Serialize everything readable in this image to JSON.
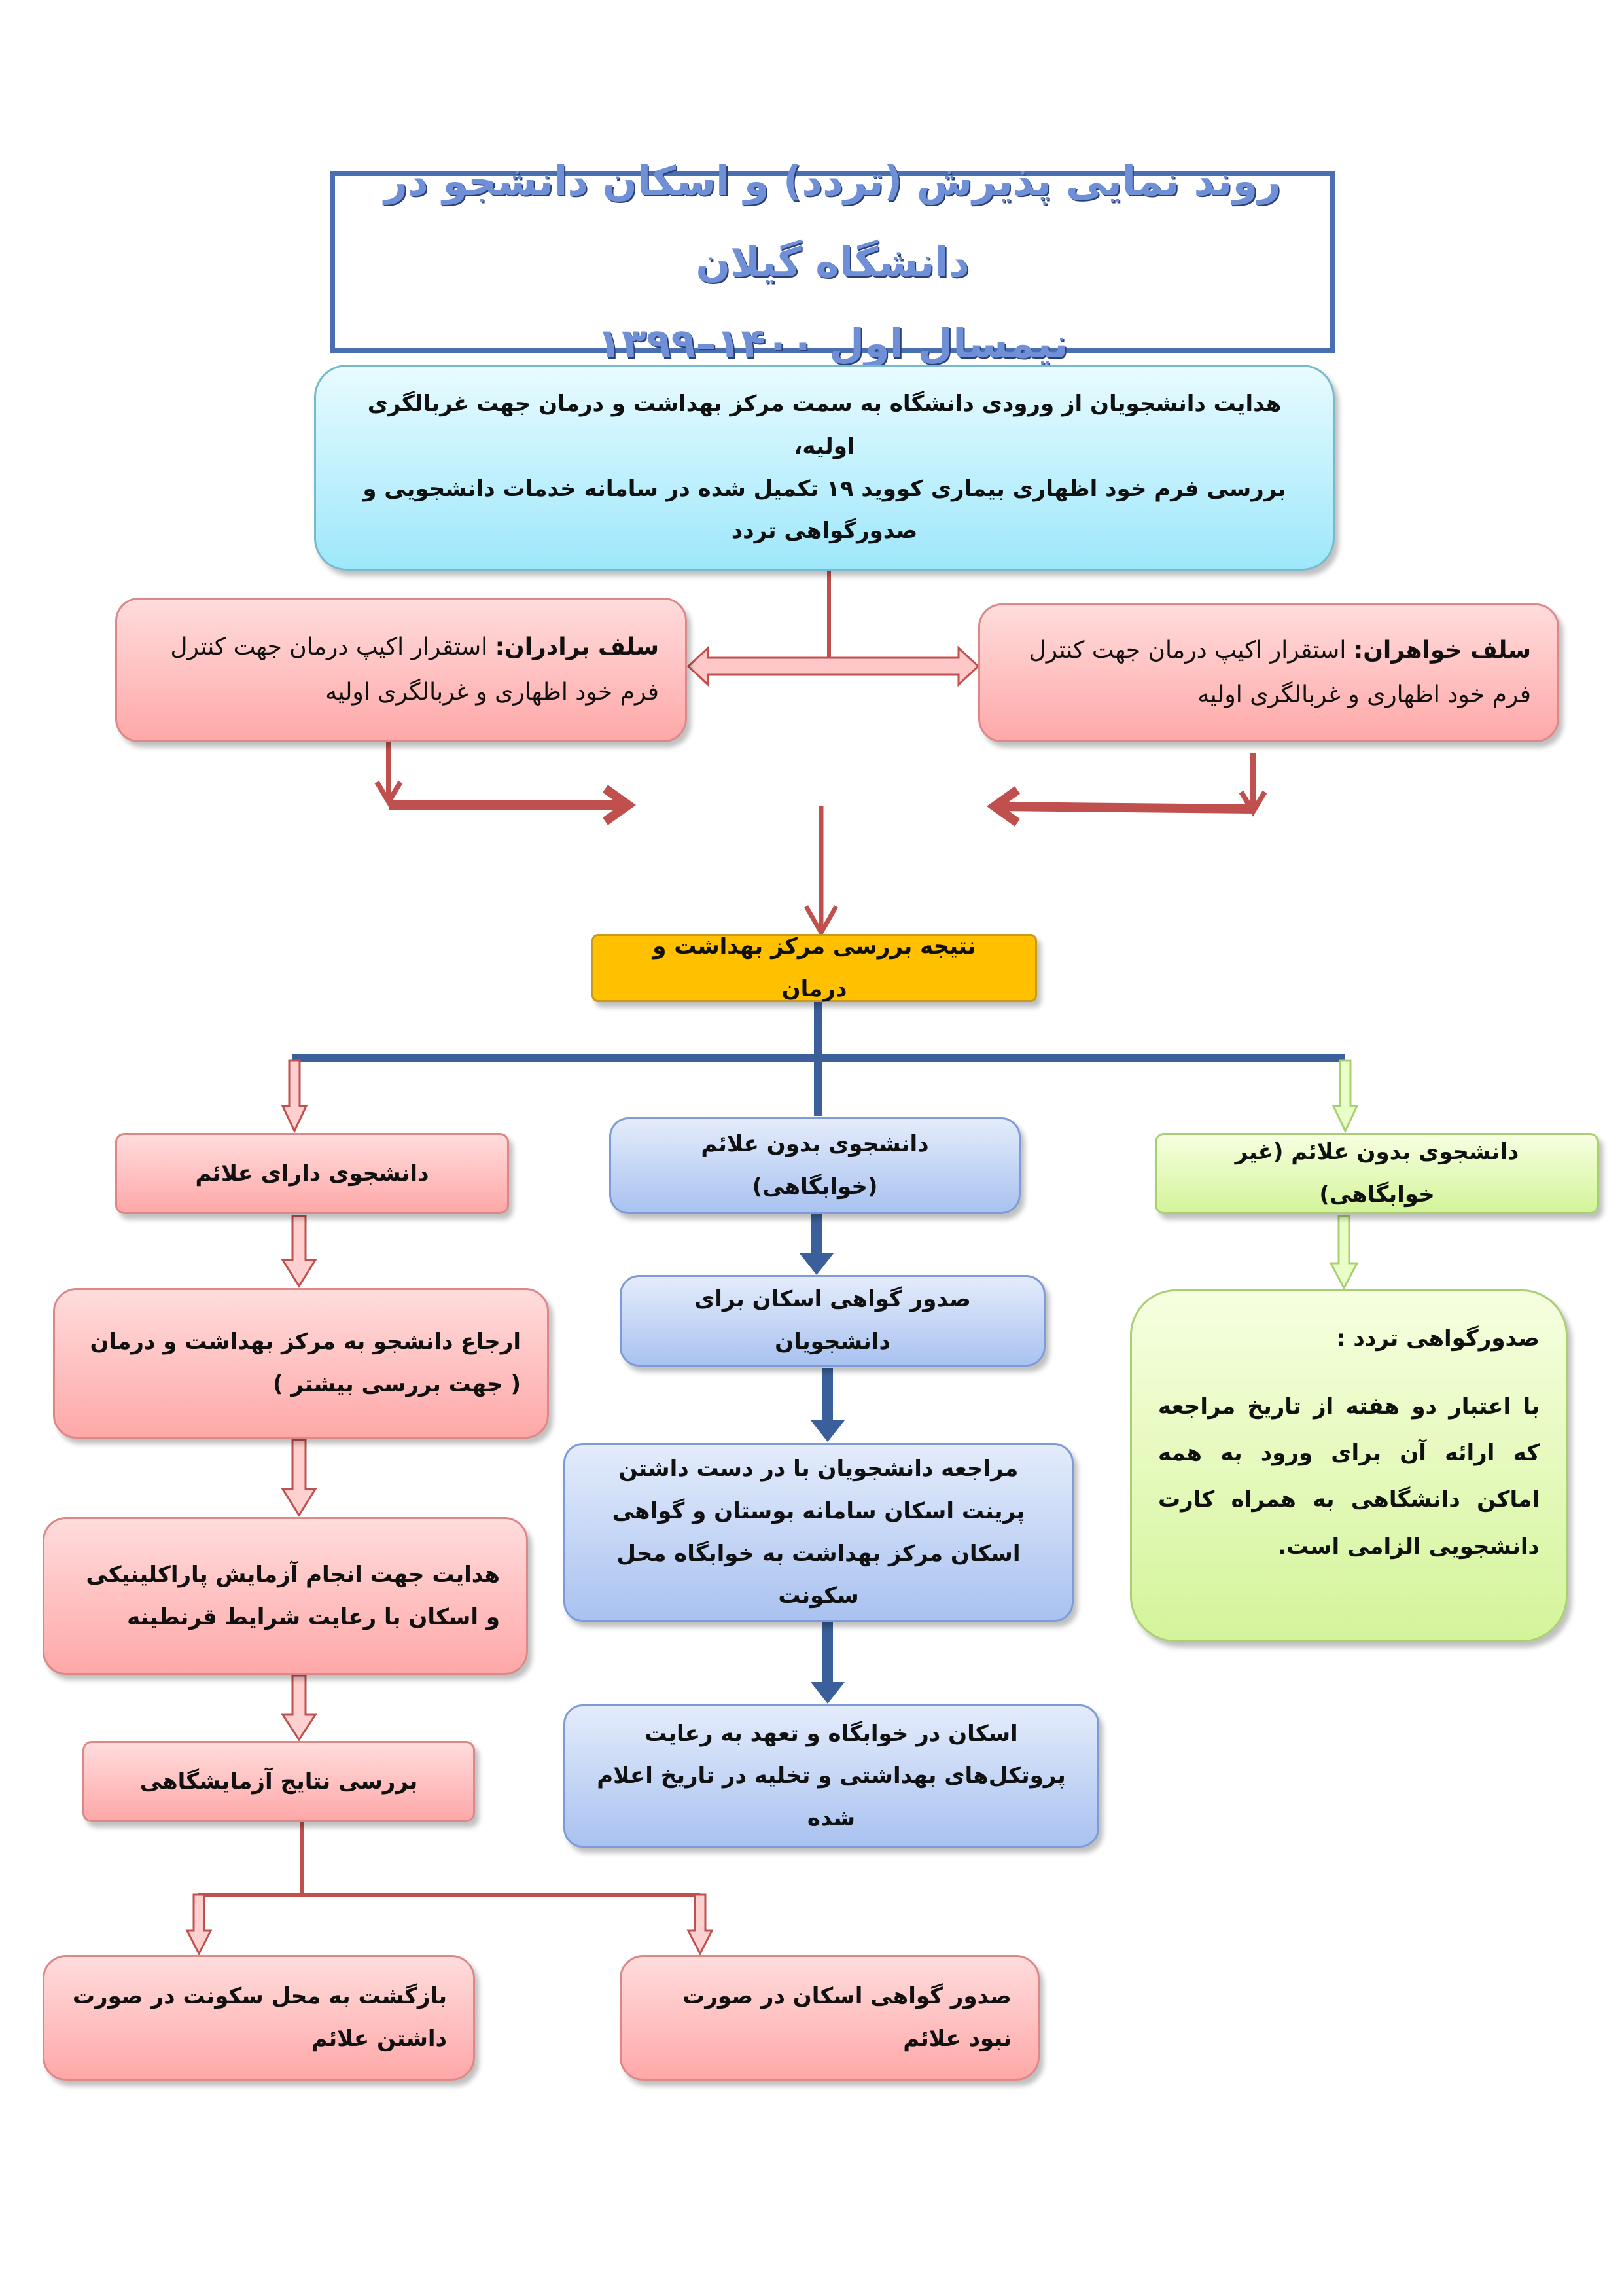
{
  "title": {
    "line1": "روند نمایی پذیرش (تردد) و اسکان دانشجو در دانشگاه گیلان",
    "line2": "نیمسال اول ۱۴۰۰–۱۳۹۹"
  },
  "intro": {
    "line1": "هدایت دانشجویان از ورودی دانشگاه به سمت مرکز بهداشت و درمان جهت  غربالگری اولیه،",
    "line2": "بررسی فرم خود اظهاری بیماری کووید ۱۹  تکمیل شده در  سامانه خدمات دانشجویی و",
    "line3": "صدورگواهی تردد"
  },
  "brothers": {
    "label": "سلف برادران:",
    "text": "استقرار اکیپ درمان جهت کنترل فرم خود اظهاری و غربالگری اولیه"
  },
  "sisters": {
    "label": "سلف خواهران:",
    "text": "استقرار اکیپ درمان جهت کنترل فرم خود اظهاری و غربالگری اولیه"
  },
  "result": "نتیجه بررسی مرکز بهداشت و درمان",
  "branches": {
    "symptomatic": {
      "head": "دانشجوی دارای علائم",
      "steps": [
        "ارجاع دانشجو  به مرکز بهداشت و درمان ( جهت بررسی بیشتر )",
        "هدایت جهت انجام  آزمایش پاراکلینیکی  و اسکان با رعایت شرایط قرنطینه",
        "بررسی نتایج آزمایشگاهی"
      ],
      "outcomes": [
        "بازگشت  به  محل  سکونت  در  صورت داشتن علائم",
        "صدور گواهی اسکان در صورت نبود علائم"
      ]
    },
    "dorm": {
      "head": "دانشجوی بدون علائم  (خوابگاهی)",
      "steps": [
        "صدور گواهی اسکان برای دانشجویان",
        "مراجعه دانشجویان با در دست داشتن پرینت اسکان سامانه بوستان و گواهی اسکان مرکز بهداشت به خوابگاه محل سکونت",
        "اسکان در خوابگاه و تعهد به رعایت پروتکل‌های بهداشتی و تخلیه در تاریخ اعلام شده"
      ]
    },
    "nondorm": {
      "head": "دانشجوی بدون علائم  (غیر خوابگاهی)",
      "cert_title": "صدورگواهی تردد :",
      "cert_text": "با اعتبار دو هفته  از  تاریخ  مراجعه که  ارائه  آن  برای  ورود  به  همه  اماکن  دانشگاهی به همراه کارت دانشجویی الزامی است."
    }
  },
  "colors": {
    "red_arrow": "#c0504d",
    "blue_line": "#3a5f9a",
    "green_arrow": "#a8d070"
  }
}
